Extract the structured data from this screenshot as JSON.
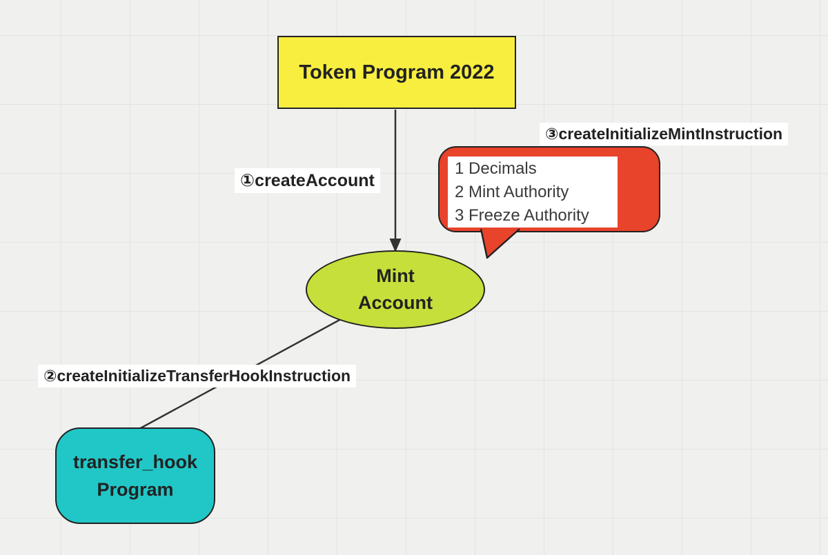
{
  "colors": {
    "bg": "#f0f0ee",
    "grid-line": "#e3e3e1",
    "node-yellow": "#f7ee3f",
    "node-green": "#c6df3a",
    "node-cyan": "#21c7c7",
    "callout-red": "#e8432b",
    "ink": "#222222",
    "callout-text": "#3a3a3a",
    "label-bg": "#ffffff"
  },
  "nodes": {
    "token_program": {
      "label": "Token Program 2022"
    },
    "mint_account": {
      "lines": [
        "Mint",
        "Account"
      ]
    },
    "transfer_hook": {
      "lines": [
        "transfer_hook",
        "Program"
      ]
    }
  },
  "edge_labels": {
    "create_account": "①createAccount",
    "create_initialize_transfer_hook": "②createInitializeTransferHookInstruction",
    "create_initialize_mint": "③createInitializeMintInstruction"
  },
  "callout": {
    "items": [
      "1 Decimals",
      "2 Mint Authority",
      "3 Freeze Authority"
    ]
  }
}
